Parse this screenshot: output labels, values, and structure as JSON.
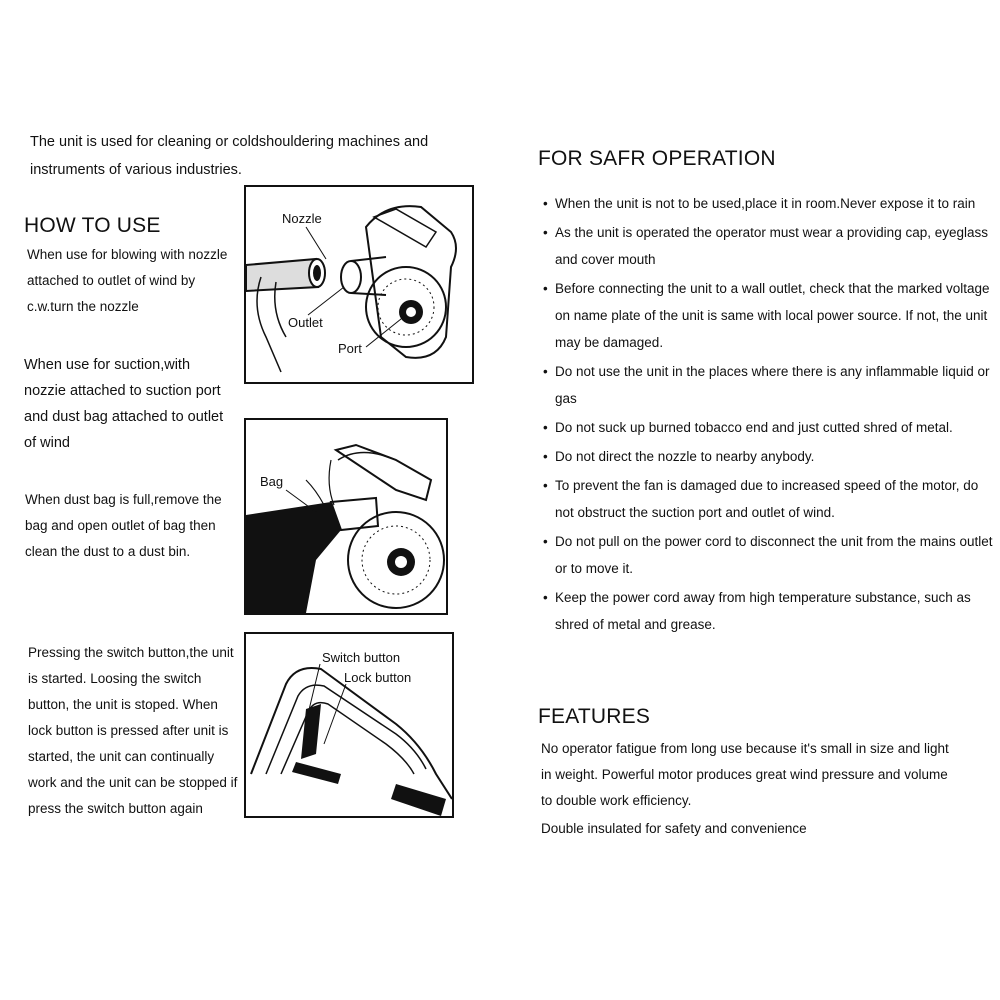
{
  "intro": "The unit is used for cleaning or coldshouldering machines and instruments of various industries.",
  "how_to_use": {
    "heading": "HOW TO USE",
    "blowing": "When use for blowing with nozzle attached to outlet of wind by c.w.turn the nozzle",
    "suction": "When use for suction,with nozzie attached to suction port and dust bag attached to outlet of wind",
    "dust_bag": "When dust bag is full,remove the bag and open outlet of bag then clean the dust to a dust bin.",
    "switch": "Pressing the switch button,the unit is started. Loosing the switch button, the unit is stoped. When lock button is pressed after unit is started, the unit can continually work and the unit can be stopped if press the switch button again"
  },
  "figures": {
    "fig1": {
      "nozzle": "Nozzle",
      "outlet": "Outlet",
      "port": "Port"
    },
    "fig2": {
      "bag": "Bag"
    },
    "fig3": {
      "switch_button": "Switch button",
      "lock_button": "Lock button"
    }
  },
  "safety": {
    "heading": "FOR SAFR OPERATION",
    "items": [
      "When the unit is not to be used,place it in room.Never expose it to rain",
      "As the unit is operated the operator must wear a providing cap, eyeglass and cover mouth",
      "Before connecting the unit to a wall outlet, check that the marked voltage on name plate of the unit is same with local power source. If not, the unit may be damaged.",
      "Do not use the unit in the places where there is any inflammable liquid or gas",
      "Do not suck up burned tobacco end and just cutted shred of metal.",
      "Do not direct the nozzle to nearby anybody.",
      "To prevent the fan is damaged due to increased speed of the motor, do not obstruct the suction port and outlet of wind.",
      "Do not pull on the power cord to disconnect the unit from the mains outlet or to move it.",
      "Keep the power cord away from high temperature substance, such as shred of metal and grease."
    ]
  },
  "features": {
    "heading": "FEATURES",
    "line1": "No operator fatigue from long use because it's small in size and light in weight. Powerful motor produces great wind pressure and volume to double work efficiency.",
    "line2": "Double insulated for safety and convenience"
  }
}
